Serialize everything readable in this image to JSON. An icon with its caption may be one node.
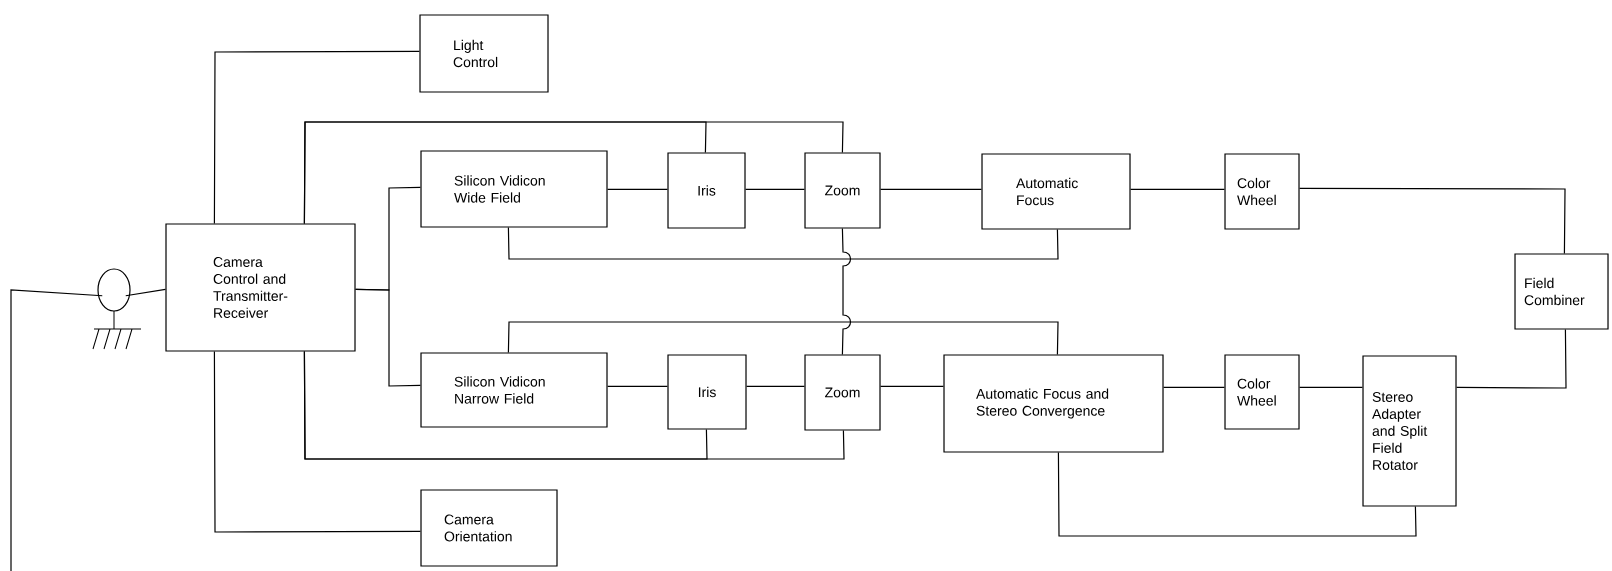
{
  "diagram": {
    "nodes": [
      {
        "text": [
          "Light Control"
        ]
      },
      {
        "text": [
          "Camera Control and Transmitter-Receiver"
        ]
      },
      {
        "text": [
          "Silicon Vidicon Wide Field"
        ]
      },
      {
        "text": [
          "Iris"
        ]
      },
      {
        "text": [
          "Zoom"
        ]
      },
      {
        "text": [
          "Automatic Focus"
        ]
      },
      {
        "text": [
          "Color Wheel"
        ]
      },
      {
        "text": [
          "Field Combiner"
        ]
      },
      {
        "text": [
          "Silicon Vidicon Narrow Field"
        ]
      },
      {
        "text": [
          "Iris"
        ]
      },
      {
        "text": [
          "Zoom"
        ]
      },
      {
        "text": [
          "Automatic Focus and Stereo Convergence"
        ]
      },
      {
        "text": [
          "Color Wheel"
        ]
      },
      {
        "text": [
          "Stereo Adapter and Split Field Rotator"
        ]
      },
      {
        "text": [
          "Camera Orientation"
        ]
      },
      {
        "text": [],
        "shape": "circle"
      }
    ],
    "edges": [
      {
        "from": 1,
        "to": 0,
        "arrow": "none"
      },
      {
        "from": 1,
        "to": 3,
        "arrow": "none"
      },
      {
        "from": 1,
        "to": 4,
        "arrow": "none"
      },
      {
        "from": 1,
        "to": 2,
        "arrow": "none"
      },
      {
        "from": 1,
        "to": 8,
        "arrow": "none"
      },
      {
        "from": 2,
        "to": 3,
        "arrow": "none"
      },
      {
        "from": 3,
        "to": 4,
        "arrow": "none"
      },
      {
        "from": 4,
        "to": 5,
        "arrow": "none"
      },
      {
        "from": 5,
        "to": 6,
        "arrow": "none"
      },
      {
        "from": 6,
        "to": 7,
        "arrow": "none"
      },
      {
        "from": 2,
        "to": 5,
        "arrow": "none"
      },
      {
        "from": 4,
        "to": 10,
        "arrow": "none"
      },
      {
        "from": 8,
        "to": 11,
        "arrow": "none"
      },
      {
        "from": 8,
        "to": 9,
        "arrow": "none"
      },
      {
        "from": 9,
        "to": 10,
        "arrow": "none"
      },
      {
        "from": 10,
        "to": 11,
        "arrow": "none"
      },
      {
        "from": 11,
        "to": 12,
        "arrow": "none"
      },
      {
        "from": 12,
        "to": 13,
        "arrow": "none"
      },
      {
        "from": 13,
        "to": 7,
        "arrow": "none"
      },
      {
        "from": 11,
        "to": 13,
        "arrow": "none"
      },
      {
        "from": 1,
        "to": 9,
        "arrow": "none"
      },
      {
        "from": 1,
        "to": 10,
        "arrow": "none"
      },
      {
        "from": 1,
        "to": 14,
        "arrow": "none"
      },
      {
        "from": 15,
        "to": 1,
        "arrow": "none"
      },
      {
        "from": null,
        "to": 15,
        "arrow": "none"
      }
    ]
  }
}
